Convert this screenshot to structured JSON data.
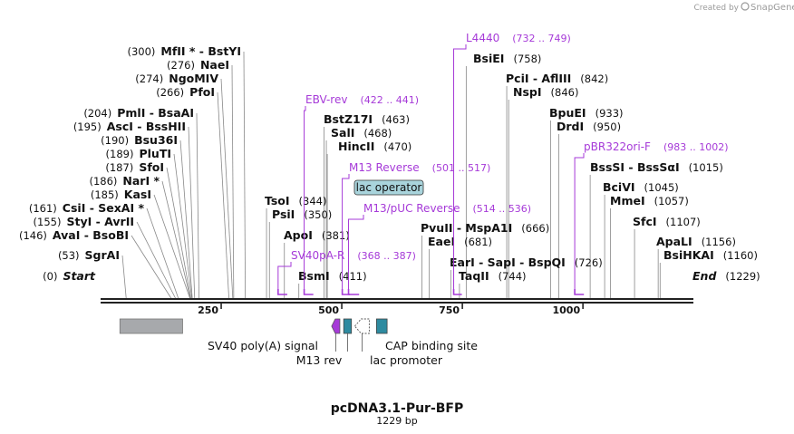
{
  "credit": {
    "created_by": "Created by",
    "app": "SnapGene"
  },
  "map": {
    "name": "pcDNA3.1-Pur-BFP",
    "length_label": "1229 bp",
    "total_bp": 1229,
    "ticks": [
      {
        "bp": 250,
        "label": "250"
      },
      {
        "bp": 500,
        "label": "500"
      },
      {
        "bp": 750,
        "label": "750"
      },
      {
        "bp": 1000,
        "label": "1000"
      }
    ]
  },
  "enzymes": [
    {
      "pos": "(300)",
      "names": "MfII * - BstYI",
      "site": 300,
      "order": 10
    },
    {
      "pos": "(276)",
      "names": "NaeI",
      "site": 276,
      "order": 9
    },
    {
      "pos": "(274)",
      "names": "NgoMIV",
      "site": 274,
      "order": 8
    },
    {
      "pos": "(266)",
      "names": "PfoI",
      "site": 266,
      "order": 7
    },
    {
      "pos": "(204)",
      "names": "PmlI - BsaAI",
      "site": 204,
      "order": 5
    },
    {
      "pos": "(195)",
      "names": "AscI - BssHII",
      "site": 195,
      "order": 4
    },
    {
      "pos": "(190)",
      "names": "Bsu36I",
      "site": 190,
      "order": 3
    },
    {
      "pos": "(189)",
      "names": "PluTI",
      "site": 189,
      "order": 2
    },
    {
      "pos": "(187)",
      "names": "SfoI",
      "site": 187,
      "order": 1
    },
    {
      "pos": "(186)",
      "names": "NarI *",
      "site": 186,
      "order": 0
    },
    {
      "pos": "(185)",
      "names": "KasI",
      "site": 185,
      "order": -1
    },
    {
      "pos": "(161)",
      "names": "CsiI - SexAI *",
      "site": 161,
      "order": -2
    },
    {
      "pos": "(155)",
      "names": "StyI - AvrII",
      "site": 155,
      "order": -3
    },
    {
      "pos": "(146)",
      "names": "AvaI - BsoBI",
      "site": 146,
      "order": -4
    },
    {
      "pos": "(53)",
      "names": "SgrAI",
      "site": 53,
      "order": -5
    },
    {
      "pos": "(0)",
      "names": "Start",
      "site": 0,
      "order": -6
    },
    {
      "pos": "(344)",
      "names": "TsoI",
      "site": 344
    },
    {
      "pos": "(350)",
      "names": "PsiI",
      "site": 350
    },
    {
      "pos": "(381)",
      "names": "ApoI",
      "site": 381
    },
    {
      "pos": "(411)",
      "names": "BsmI",
      "site": 411
    },
    {
      "pos": "(463)",
      "names": "BstZ17I",
      "site": 463
    },
    {
      "pos": "(468)",
      "names": "SalI",
      "site": 468
    },
    {
      "pos": "(470)",
      "names": "HincII",
      "site": 470
    },
    {
      "pos": "(758)",
      "names": "BsiEI",
      "site": 758
    },
    {
      "pos": "(842)",
      "names": "PciI - AflIII",
      "site": 842
    },
    {
      "pos": "(846)",
      "names": "NspI",
      "site": 846
    },
    {
      "pos": "(666)",
      "names": "PvuII - MspA1I",
      "site": 666
    },
    {
      "pos": "(681)",
      "names": "EaeI",
      "site": 681
    },
    {
      "pos": "(726)",
      "names": "EarI - SapI - BspQI",
      "site": 726
    },
    {
      "pos": "(744)",
      "names": "TaqII",
      "site": 744
    },
    {
      "pos": "(933)",
      "names": "BpuEI",
      "site": 933
    },
    {
      "pos": "(950)",
      "names": "DrdI",
      "site": 950
    },
    {
      "pos": "(1015)",
      "names": "BssSI - BssSαI",
      "site": 1015
    },
    {
      "pos": "(1045)",
      "names": "BciVI",
      "site": 1045
    },
    {
      "pos": "(1057)",
      "names": "MmeI",
      "site": 1057
    },
    {
      "pos": "(1107)",
      "names": "SfcI",
      "site": 1107
    },
    {
      "pos": "(1156)",
      "names": "ApaLI",
      "site": 1156
    },
    {
      "pos": "(1160)",
      "names": "BsiHKAI",
      "site": 1160
    },
    {
      "pos": "(1229)",
      "names": "End",
      "site": 1229
    }
  ],
  "primers": [
    {
      "name": "L4440",
      "range": "(732 .. 749)",
      "start": 732,
      "end": 749
    },
    {
      "name": "EBV-rev",
      "range": "(422 .. 441)",
      "start": 422,
      "end": 441
    },
    {
      "name": "M13 Reverse",
      "range": "(501 .. 517)",
      "start": 501,
      "end": 517
    },
    {
      "name": "M13/pUC Reverse",
      "range": "(514 .. 536)",
      "start": 514,
      "end": 536
    },
    {
      "name": "SV40pA-R",
      "range": "(368 .. 387)",
      "start": 368,
      "end": 387
    },
    {
      "name": "pBR322ori-F",
      "range": "(983 .. 1002)",
      "start": 983,
      "end": 1002
    }
  ],
  "features": [
    {
      "name": "SV40 poly(A) signal",
      "type": "polyA",
      "start": 40,
      "end": 170,
      "color": "#a7a9ac"
    },
    {
      "name": "M13 rev",
      "type": "primer_bind",
      "start": 479,
      "end": 496,
      "color": "#a63ad8"
    },
    {
      "name": "lac operator",
      "type": "protein_bind",
      "start": 504,
      "end": 520,
      "color": "#2e8ba0"
    },
    {
      "name": "lac promoter",
      "type": "promoter",
      "start": 527,
      "end": 557,
      "color": "#ffffff"
    },
    {
      "name": "CAP binding site",
      "type": "protein_bind",
      "start": 572,
      "end": 594,
      "color": "#2e8ba0"
    }
  ],
  "colors": {
    "primer": "#a63ad8",
    "backbone": "#222222",
    "feature_lac": "#2e8ba0",
    "polyA": "#a7a9ac",
    "tooltip": "#a9d4dc"
  }
}
